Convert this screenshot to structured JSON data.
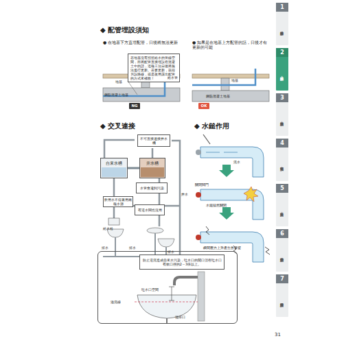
{
  "diagram": {
    "nodes": [
      {
        "text": [
          "若地基沒有預留給水的管線空間，而將配管直接埋設在混凝土中的話，這種工法日後將無法進行更新。若要更新，就得另設路線，或是改用露出配管的方式來補救！"
        ]
      },
      {
        "text": [
          "NG"
        ]
      },
      {
        "text": [
          "OK"
        ]
      },
      {
        "text": [
          "不可直接連接井水機"
        ]
      },
      {
        "text": [
          "自來水槽"
        ]
      },
      {
        "text": [
          "井水槽"
        ]
      },
      {
        "text": [
          "水管會遭到污染"
        ]
      },
      {
        "text": [
          "飲用水不得兼用兩種水源"
        ]
      },
      {
        "text": [
          "有逆水閥也沒用"
        ]
      },
      {
        "text": [
          "吐水口空間",
          "溢流線",
          "溢排口"
        ]
      },
      {
        "text": [
          "防止逆流造成自來水污染，吐水口的開口須在吐水口有效口徑的2～3倍以上。"
        ],
        "in": 9
      },
      {
        "text": [
          "1",
          "給排水設備的基本"
        ]
      },
      {
        "text": [
          "2",
          "給・排水・熱水設備"
        ]
      },
      {
        "text": [
          "3",
          "換氣・空調設備"
        ]
      },
      {
        "text": [
          "4",
          "電氣・照明設備"
        ]
      },
      {
        "text": [
          "5",
          "瓦斯・防災設備"
        ]
      },
      {
        "text": [
          "6",
          "住宅設備的規劃"
        ]
      },
      {
        "text": [
          "7",
          "設備的維護管理"
        ]
      }
    ],
    "edges": [
      {
        "from": 4,
        "to": 5,
        "arrow": "none"
      }
    ],
    "labels": [
      "◆ 配管埋設須知",
      "● 在地基下方直埋配管，日後將無法更新",
      "地基",
      "鋼筋混凝土地基",
      "給水管",
      "● 如果是在地基上方配管的話，日後才有更新的可能",
      "地基",
      "鋼筋混凝土地基",
      "◆ 交叉連接",
      "井水",
      "給水栓",
      "排水",
      "排水",
      "排水",
      "◆ 水鎚作用",
      "流水",
      "關閉閥門",
      "水鎚猛然關閉",
      "瞬間壓力上升產生衝擊聲",
      "31"
    ]
  }
}
